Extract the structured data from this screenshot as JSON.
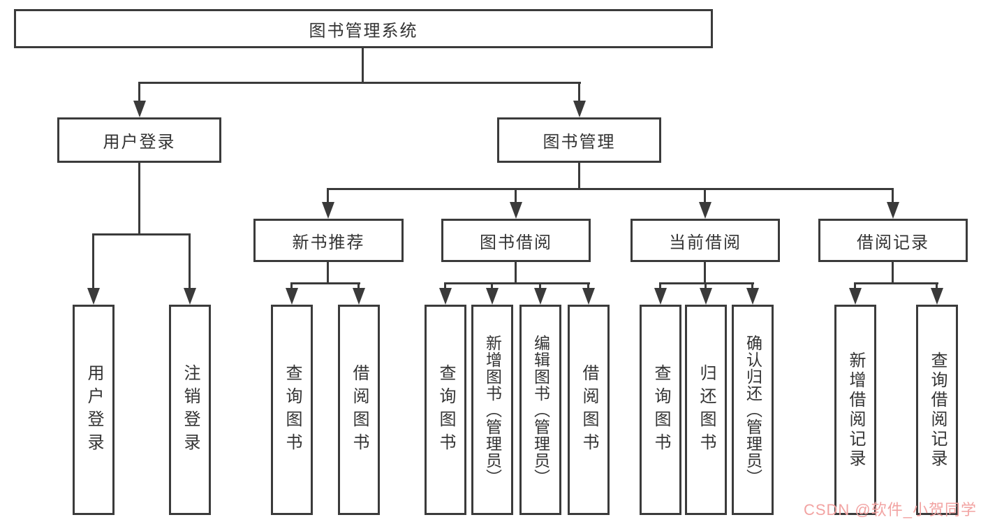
{
  "tree": {
    "label": "图书管理系统",
    "children": [
      {
        "label": "用户登录",
        "children": [
          {
            "label": "用户登录"
          },
          {
            "label": "注销登录"
          }
        ]
      },
      {
        "label": "图书管理",
        "children": [
          {
            "label": "新书推荐",
            "children": [
              {
                "label": "查询图书"
              },
              {
                "label": "借阅图书"
              }
            ]
          },
          {
            "label": "图书借阅",
            "children": [
              {
                "label": "查询图书"
              },
              {
                "label": "新增图书（管理员）"
              },
              {
                "label": "编辑图书（管理员）"
              },
              {
                "label": "借阅图书"
              }
            ]
          },
          {
            "label": "当前借阅",
            "children": [
              {
                "label": "查询图书"
              },
              {
                "label": "归还图书"
              },
              {
                "label": "确认归还（管理员）"
              }
            ]
          },
          {
            "label": "借阅记录",
            "children": [
              {
                "label": "新增借阅记录"
              },
              {
                "label": "查询借阅记录"
              }
            ]
          }
        ]
      }
    ]
  },
  "watermark": {
    "text": "CSDN @软件_小贺同学"
  },
  "colors": {
    "line": "#3a3a3a",
    "border": "#3b3b3b",
    "text": "#333333",
    "watermark": "#f2a3a2",
    "bg": "#ffffff"
  }
}
